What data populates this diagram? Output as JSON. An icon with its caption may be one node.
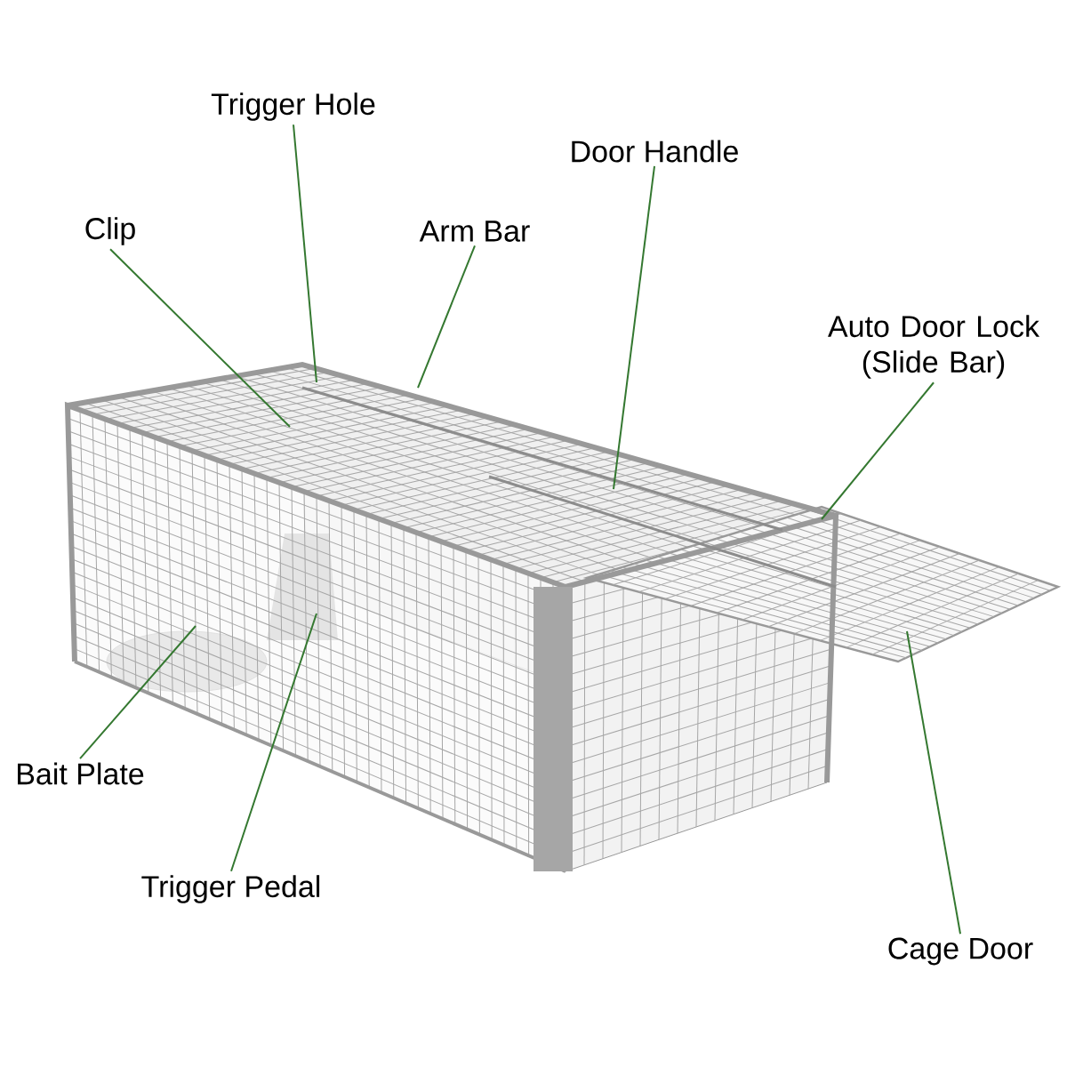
{
  "diagram": {
    "nodes": [
      {
        "text": [
          "Trigger Hole"
        ]
      },
      {
        "text": [
          "Door Handle"
        ]
      },
      {
        "text": [
          "Clip"
        ]
      },
      {
        "text": [
          "Arm Bar"
        ]
      },
      {
        "text": [
          "Auto Door Lock (Slide Bar)"
        ]
      },
      {
        "text": [
          "Bait Plate"
        ]
      },
      {
        "text": [
          "Trigger Pedal"
        ]
      },
      {
        "text": [
          "Cage Door"
        ]
      }
    ],
    "edges": [
      {
        "from": 0,
        "to": null,
        "arrow": "none"
      },
      {
        "from": 1,
        "to": null,
        "arrow": "none"
      },
      {
        "from": 2,
        "to": null,
        "arrow": "none"
      },
      {
        "from": 3,
        "to": null,
        "arrow": "none"
      },
      {
        "from": 4,
        "to": null,
        "arrow": "none"
      },
      {
        "from": 5,
        "to": null,
        "arrow": "none"
      },
      {
        "from": 6,
        "to": null,
        "arrow": "none"
      },
      {
        "from": 7,
        "to": null,
        "arrow": "none"
      }
    ]
  }
}
